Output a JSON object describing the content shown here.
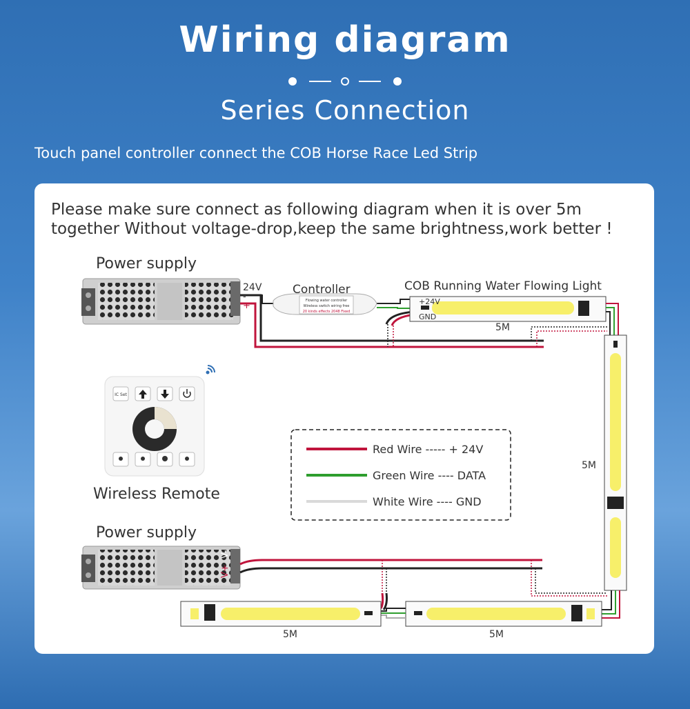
{
  "title": "Wiring diagram",
  "subtitle": "Series Connection",
  "caption": "Touch panel controller connect the COB Horse Race Led Strip",
  "note": "Please make sure connect as following diagram when it is over 5m together Without voltage-drop,keep the same brightness,work better !",
  "diagram": {
    "power_supply_top": "Power supply",
    "power_supply_bottom": "Power supply",
    "voltage": "24V",
    "controller": "Controller",
    "controller_lines": [
      "Flowing water controller",
      "Wireless switch wiring free",
      "20 kinds effects 2048 Fixed"
    ],
    "strip_title": "COB Running Water Flowing Light",
    "pos_label": "+24V",
    "gnd_label": "GND",
    "plus_sign": "+",
    "minus_sign": "-",
    "vplus": "V+",
    "vminus": "V-",
    "remote_label": "Wireless Remote",
    "remote_ic_button": "IC Set",
    "segment_length": "5M"
  },
  "legend": {
    "items": [
      {
        "text": "Red Wire ----- + 24V",
        "color": "#c0143c"
      },
      {
        "text": "Green Wire ---- DATA",
        "color": "#2e9e2e"
      },
      {
        "text": "White Wire ---- GND",
        "color": "#d9d9d9"
      }
    ]
  },
  "colors": {
    "cob_yellow": "#f7ef6a",
    "wire_red": "#c0143c",
    "wire_black": "#222222",
    "wire_green": "#2e9e2e",
    "background_top": "#2f6fb4"
  }
}
